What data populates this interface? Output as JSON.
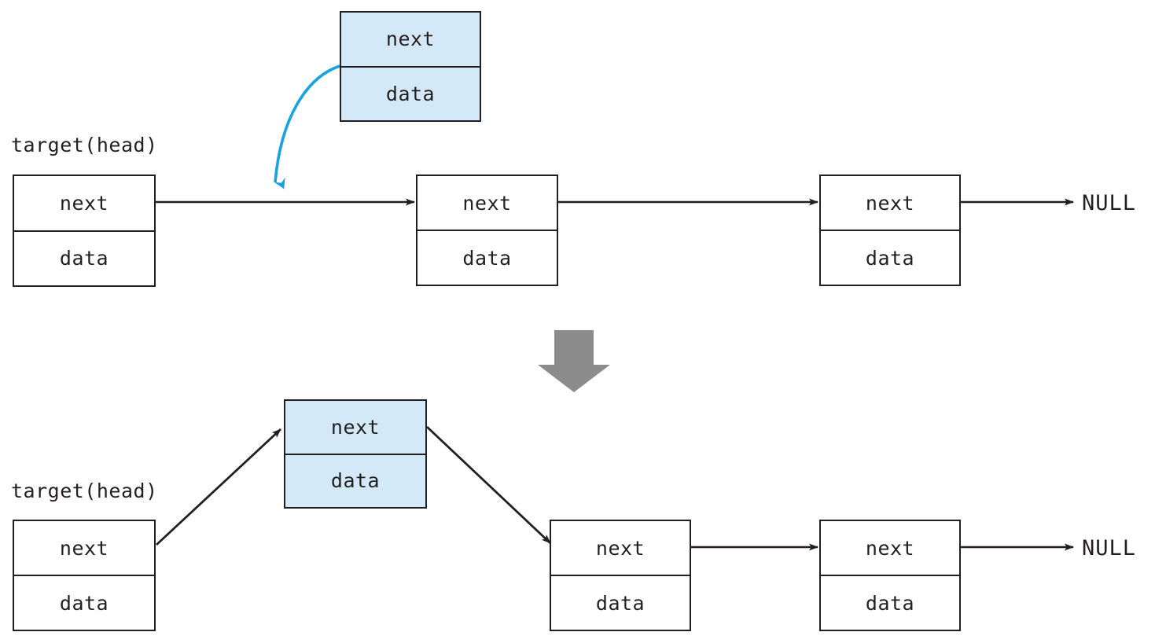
{
  "diagram": {
    "title": "Linked list node insertion at head",
    "colors": {
      "node_border": "#231f20",
      "node_fill": "#ffffff",
      "highlight_fill": "#d3e9f8",
      "arrow_dark": "#231f20",
      "arrow_blue": "#18a3e0",
      "transition_arrow": "#8c8c8c",
      "background": "#ffffff"
    },
    "labels": {
      "next": "next",
      "data": "data",
      "null": "NULL",
      "target_head": "target(head)"
    },
    "before": {
      "pointer_label": "target(head)",
      "new_node": {
        "top": "next",
        "bottom": "data",
        "highlighted": true
      },
      "list_nodes": [
        {
          "top": "next",
          "bottom": "data",
          "highlighted": false
        },
        {
          "top": "next",
          "bottom": "data",
          "highlighted": false
        },
        {
          "top": "next",
          "bottom": "data",
          "highlighted": false
        }
      ],
      "terminator": "NULL"
    },
    "after": {
      "pointer_label": "target(head)",
      "new_node": {
        "top": "next",
        "bottom": "data",
        "highlighted": true
      },
      "list_nodes": [
        {
          "top": "next",
          "bottom": "data",
          "highlighted": false
        },
        {
          "top": "next",
          "bottom": "data",
          "highlighted": false
        },
        {
          "top": "next",
          "bottom": "data",
          "highlighted": false
        }
      ],
      "terminator": "NULL"
    }
  }
}
